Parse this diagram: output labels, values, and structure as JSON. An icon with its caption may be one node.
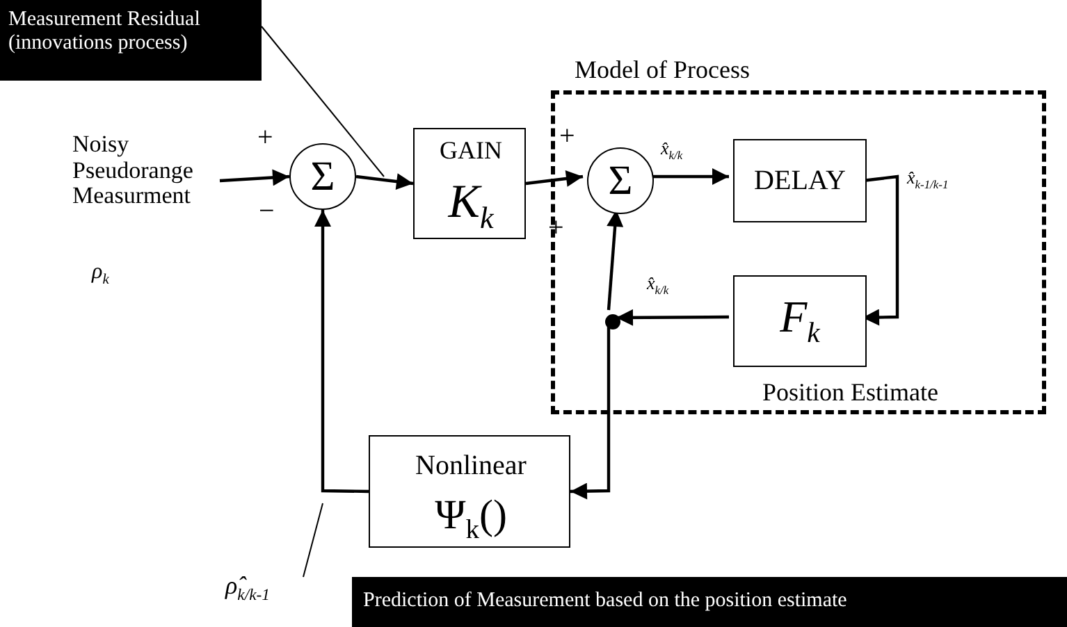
{
  "diagram": {
    "nodes": [
      {
        "text": [
          "Noisy Pseudorange Measurment"
        ],
        "beside": [
          "ρ$_{k}$"
        ]
      },
      {
        "text": [
          "Σ"
        ]
      },
      {
        "text": [
          "GAIN",
          "K$_{k}$"
        ]
      },
      {
        "text": [
          "Model of Process",
          "Position Estimate"
        ]
      },
      {
        "text": [
          "Σ"
        ],
        "in": 3
      },
      {
        "text": [
          "DELAY"
        ],
        "in": 3
      },
      {
        "text": [
          "F$_{k}$"
        ],
        "in": 3
      },
      {
        "text": [],
        "shape": "circle",
        "in": 3
      },
      {
        "text": [
          "Nonlinear",
          "Ψ$_{k}$()"
        ]
      },
      {
        "text": [
          "Measurement Residual (innovations process)"
        ]
      },
      {
        "text": [
          "Prediction of Measurement based on the position estimate"
        ]
      },
      {
        "text": [
          "ρ̂$_{k/k-1}$"
        ]
      }
    ],
    "edges": [
      {
        "from": 0,
        "to": 1,
        "arrow": "to"
      },
      {
        "from": 1,
        "to": 2,
        "arrow": "to"
      },
      {
        "from": 2,
        "to": 4,
        "arrow": "to"
      },
      {
        "from": 4,
        "to": 5,
        "arrow": "to",
        "label": "x̂$_{k/k}$"
      },
      {
        "from": 5,
        "to": 6,
        "arrow": "to",
        "label": "x̂$_{k-1/k-1}$"
      },
      {
        "from": 6,
        "to": 7,
        "arrow": "to",
        "label": "x̂$_{k/k}$"
      },
      {
        "from": 7,
        "to": 4,
        "arrow": "to"
      },
      {
        "from": 7,
        "to": 8,
        "arrow": "to"
      },
      {
        "from": 8,
        "to": 1,
        "arrow": "to"
      },
      {
        "from": 9,
        "to": null,
        "arrow": "none"
      },
      {
        "from": 11,
        "to": null,
        "arrow": "none"
      }
    ],
    "labels": [
      "+",
      "−",
      "+",
      "+"
    ]
  }
}
